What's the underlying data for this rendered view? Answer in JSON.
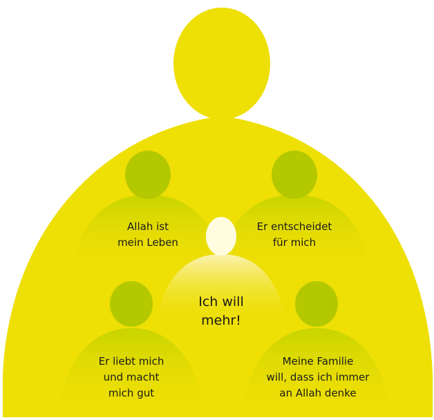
{
  "colors": {
    "big_figure": "#eedf05",
    "small_figure_head": "#b4c800",
    "small_figure_body_top": "#c8d400",
    "center_figure_head": "#fffce0",
    "center_figure_body_top": "#fbf2b4",
    "text": "#1a1a1a"
  },
  "figures": [
    {
      "id": "top-left",
      "lines": [
        "Allah ist",
        "mein Leben"
      ]
    },
    {
      "id": "top-right",
      "lines": [
        "Er entscheidet",
        "für mich"
      ]
    },
    {
      "id": "center",
      "lines": [
        "Ich will",
        "mehr!"
      ]
    },
    {
      "id": "bottom-left",
      "lines": [
        "Er liebt mich",
        "und macht",
        "mich gut"
      ]
    },
    {
      "id": "bottom-right",
      "lines": [
        "Meine Familie",
        "will, dass ich immer",
        "an Allah denke"
      ]
    }
  ]
}
